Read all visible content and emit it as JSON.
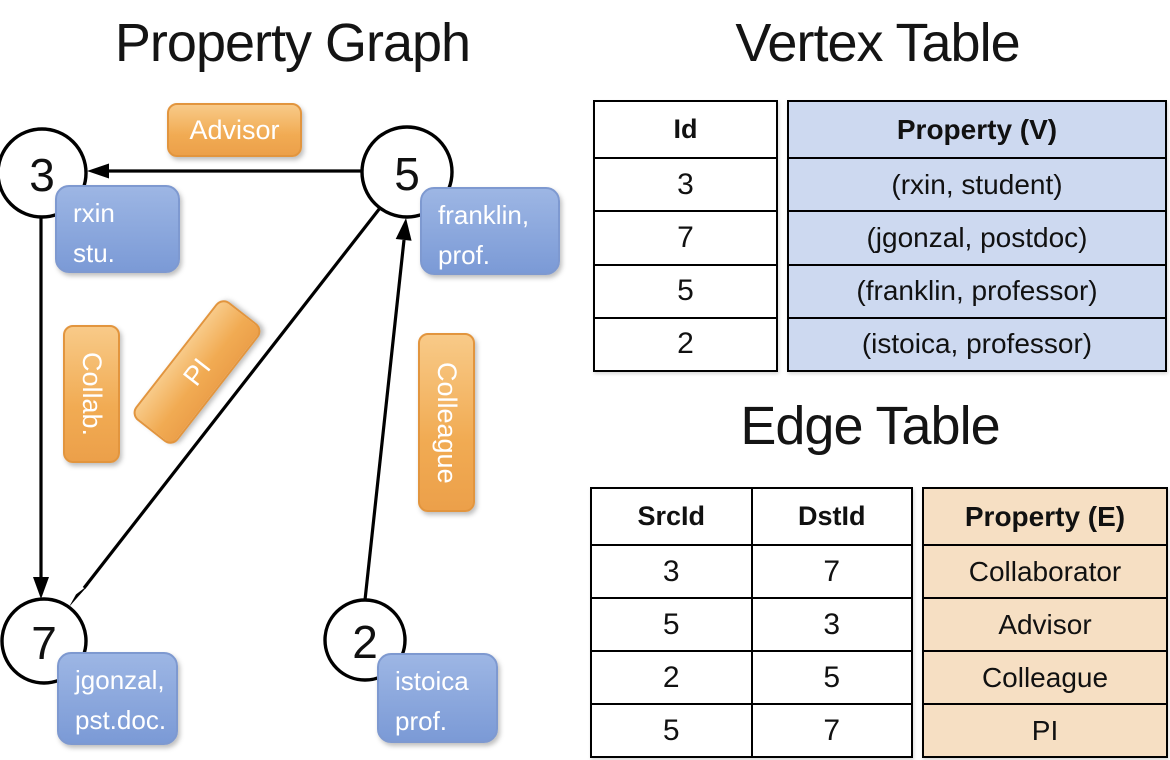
{
  "titles": {
    "graph": "Property Graph",
    "vertex": "Vertex Table",
    "edge": "Edge Table"
  },
  "graph": {
    "nodes": [
      {
        "id": "3",
        "label_lines": [
          "rxin",
          "stu."
        ]
      },
      {
        "id": "5",
        "label_lines": [
          "franklin,",
          "prof."
        ]
      },
      {
        "id": "7",
        "label_lines": [
          "jgonzal,",
          "pst.doc."
        ]
      },
      {
        "id": "2",
        "label_lines": [
          "istoica",
          "prof."
        ]
      }
    ],
    "edge_labels": {
      "advisor": "Advisor",
      "collab": "Collab.",
      "pi": "PI",
      "colleague": "Colleague"
    }
  },
  "vertex_table": {
    "headers": [
      "Id",
      "Property (V)"
    ],
    "rows": [
      [
        "3",
        "(rxin, student)"
      ],
      [
        "7",
        "(jgonzal, postdoc)"
      ],
      [
        "5",
        "(franklin, professor)"
      ],
      [
        "2",
        "(istoica, professor)"
      ]
    ]
  },
  "edge_table": {
    "headers": [
      "SrcId",
      "DstId",
      "Property (E)"
    ],
    "rows": [
      [
        "3",
        "7",
        "Collaborator"
      ],
      [
        "5",
        "3",
        "Advisor"
      ],
      [
        "2",
        "5",
        "Colleague"
      ],
      [
        "5",
        "7",
        "PI"
      ]
    ]
  },
  "colors": {
    "edge_label_orange": "#f0ab52",
    "vertex_box_blue": "#8aa5da",
    "vertex_cell_fill": "#cdd9f0",
    "edge_cell_fill": "#f6dfc3",
    "line_black": "#000000"
  }
}
